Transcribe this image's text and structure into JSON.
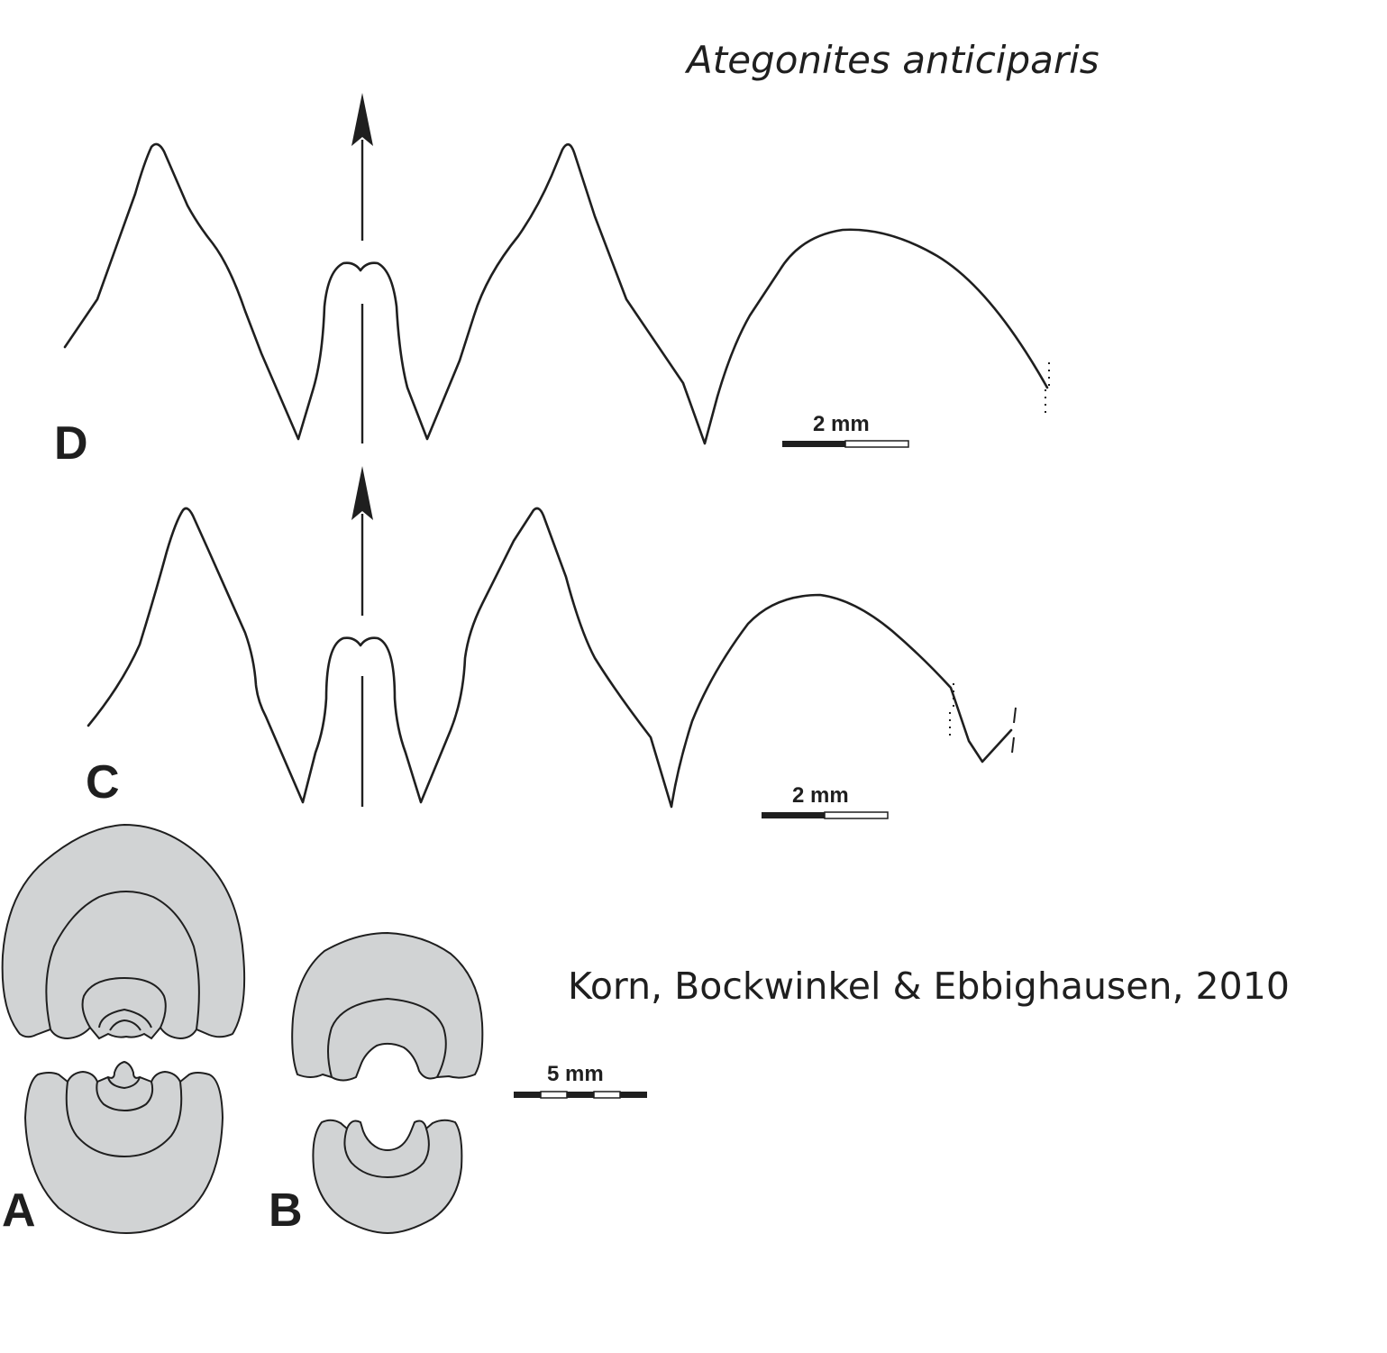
{
  "figure": {
    "species": "Ategonites anticiparis",
    "authority": "Korn, Bockwinkel & Ebbighausen, 2010",
    "panels": {
      "A": "A",
      "B": "B",
      "C": "C",
      "D": "D"
    },
    "scalebars": {
      "D": "2 mm",
      "C": "2 mm",
      "AB": "5 mm"
    },
    "colors": {
      "line": "#1f1f1f",
      "shell_fill": "#d1d3d4"
    }
  }
}
